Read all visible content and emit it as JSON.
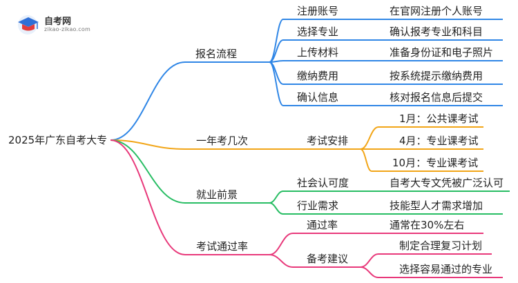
{
  "logo": {
    "name": "自考网",
    "url": "zikao-zikao.com"
  },
  "root": "2025年广东自考大专",
  "branches": [
    {
      "label": "报名流程",
      "color": "#2f86e6",
      "children": [
        {
          "label": "注册账号",
          "leaf": "在官网注册个人账号"
        },
        {
          "label": "选择专业",
          "leaf": "确认报考专业和科目"
        },
        {
          "label": "上传材料",
          "leaf": "准备身份证和电子照片"
        },
        {
          "label": "缴纳费用",
          "leaf": "按系统提示缴纳费用"
        },
        {
          "label": "确认信息",
          "leaf": "核对报名信息后提交"
        }
      ]
    },
    {
      "label": "一年考几次",
      "color": "#f2a516",
      "children": [
        {
          "label": "考试安排",
          "items": [
            "1月：公共课考试",
            "4月：专业课考试",
            "10月：专业课考试"
          ]
        }
      ]
    },
    {
      "label": "就业前景",
      "color": "#27bd63",
      "children": [
        {
          "label": "社会认可度",
          "leaf": "自考大专文凭被广泛认可"
        },
        {
          "label": "行业需求",
          "leaf": "技能型人才需求增加"
        }
      ]
    },
    {
      "label": "考试通过率",
      "color": "#e8387a",
      "children": [
        {
          "label": "通过率",
          "leaf": "通常在30%左右"
        },
        {
          "label": "备考建议",
          "items": [
            "制定合理复习计划",
            "选择容易通过的专业"
          ]
        }
      ]
    }
  ]
}
